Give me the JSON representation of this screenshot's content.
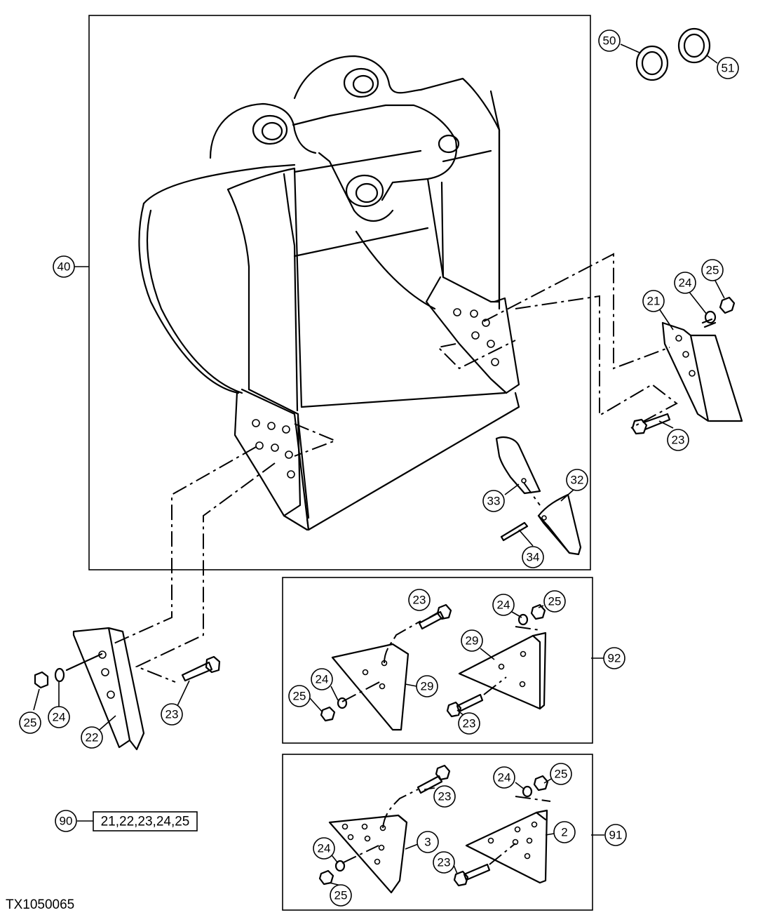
{
  "figure_id": "TX1050065",
  "callouts": {
    "c40": "40",
    "c50": "50",
    "c51": "51",
    "c21": "21",
    "c24a": "24",
    "c25a": "25",
    "c23a": "23",
    "c33": "33",
    "c32": "32",
    "c34": "34",
    "c22": "22",
    "c24b": "24",
    "c25b": "25",
    "c23b": "23",
    "c90": "90",
    "kit90_parts": "21,22,23,24,25",
    "c92": "92",
    "c23c": "23",
    "c24c": "24",
    "c25c": "25",
    "c29a": "29",
    "c24d": "24",
    "c25d": "25",
    "c29b": "29",
    "c23d": "23",
    "c91": "91",
    "c23e": "23",
    "c24e": "24",
    "c25e": "25",
    "c2": "2",
    "c3": "3",
    "c24f": "24",
    "c25f": "25",
    "c23f": "23"
  }
}
